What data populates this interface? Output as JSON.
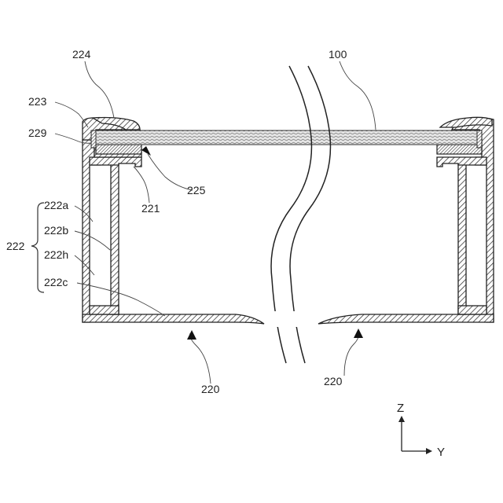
{
  "labels": {
    "l224": "224",
    "l100": "100",
    "l223": "223",
    "l229": "229",
    "l225": "225",
    "l221": "221",
    "l222": "222",
    "l222a": "222a",
    "l222b": "222b",
    "l222h": "222h",
    "l222c": "222c",
    "l220_left": "220",
    "l220_right": "220"
  },
  "axes": {
    "z": "Z",
    "y": "Y"
  }
}
